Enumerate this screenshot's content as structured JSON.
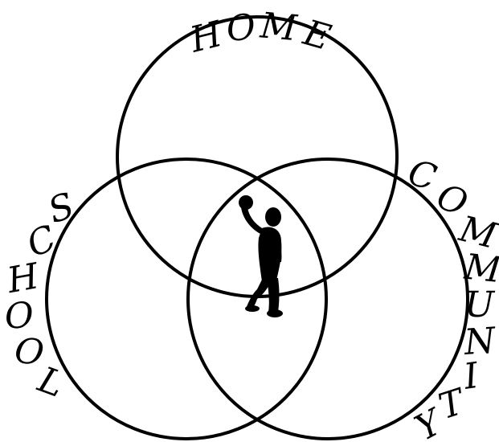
{
  "diagram": {
    "labels": {
      "home": "HOME",
      "school": "SCHOOL",
      "community": "COMMUNITY"
    },
    "colors": {
      "stroke": "#000000",
      "background": "#ffffff",
      "figure": "#000000"
    },
    "center_figure_icon": "person-silhouette-icon"
  }
}
